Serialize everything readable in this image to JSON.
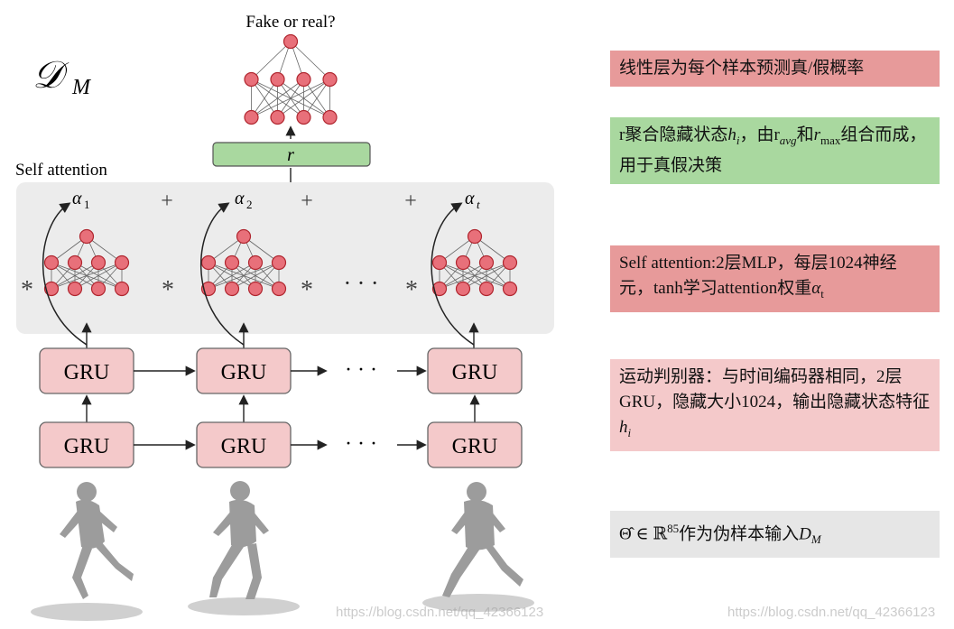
{
  "diagram": {
    "title_symbol": "𝒟",
    "title_subscript": "M",
    "top_label": "Fake or real?",
    "r_label": "r",
    "self_attention_label": "Self attention",
    "alphas": [
      "α",
      "α",
      "α"
    ],
    "alpha_subs": [
      "1",
      "2",
      "t"
    ],
    "plus": "+",
    "star": "*",
    "dots": "· · ·",
    "gru_label": "GRU"
  },
  "notes": {
    "n1": "线性层为每个样本预测真/假概率",
    "n2_a": "r聚合隐藏状态",
    "n2_h": "h",
    "n2_hsub": "i",
    "n2_b": "，由r",
    "n2_avg": "avg",
    "n2_c": "和",
    "n2_r": "r",
    "n2_max": "max",
    "n2_d": "组合而成，用于真假决策",
    "n3_a": "Self attention:2层MLP，每层1024神经元，tanh学习attention权重",
    "n3_alpha": "α",
    "n3_t": "t",
    "n4_a": "运动判别器：与时间编码器相同，2层GRU，隐藏大小1024，输出隐藏状态特征",
    "n4_h": "h",
    "n4_hsub": "i",
    "n5_theta": "Θ̂",
    "n5_in": " ∈ ",
    "n5_R": "ℝ",
    "n5_sup": "85",
    "n5_b": "作为伪样本输入",
    "n5_D": "D",
    "n5_Dsub": "M"
  },
  "watermark": {
    "left": "https://blog.csdn.net/qq_42366123",
    "right": "https://blog.csdn.net/qq_42366123"
  },
  "colors": {
    "node_fill": "#e8707a",
    "node_stroke": "#b0262f",
    "gru_fill": "#f4c9ca",
    "r_box_fill": "#a9d89f",
    "attention_bg": "#ececec"
  }
}
